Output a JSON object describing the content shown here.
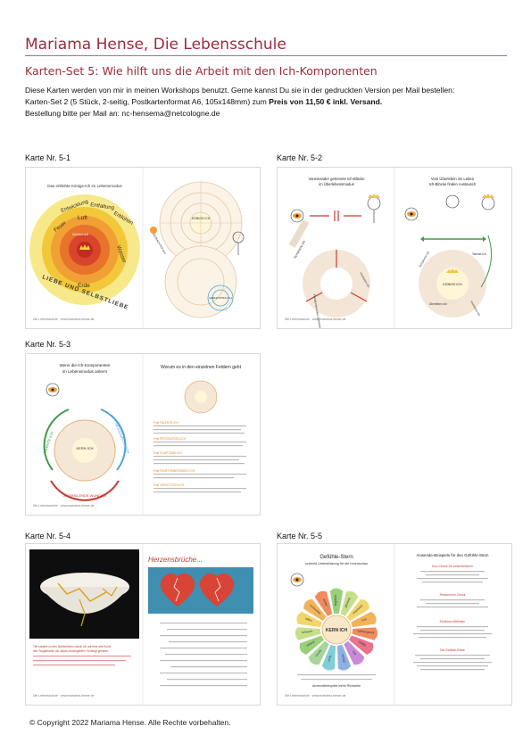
{
  "header": {
    "title": "Mariama Hense, Die Lebensschule",
    "subtitle": "Karten-Set 5:  Wie hilft uns die Arbeit mit den Ich-Komponenten"
  },
  "intro": {
    "line1": "Diese Karten werden von mir in meinen Workshops benutzt.  Gerne kannst Du sie in der gedruckten Version per Mail bestellen:",
    "line2_pre": "Karten-Set 2 (5 Stück, 2-seitig, Postkartenformat A6, 105x148mm) zum ",
    "line2_bold": "Preis von 11,50 € inkl. Versand.",
    "line3": "Bestellung bitte per Mail an: nc-hensema@netcologne.de"
  },
  "cards": [
    {
      "label": "Karte Nr. 5-1",
      "left_title": "Das erblühte Königs-Ich im Lebensmodus",
      "ring_words": [
        "Feuer",
        "Entwicklung",
        "Entfaltung",
        "Erblühen",
        "Luft",
        "Wasser",
        "Erde",
        "LIEBE UND SELBSTLIEBE"
      ],
      "center_word": "Schönheit",
      "right_label": "KÖNIGS ICH",
      "right_label2": "VERLETZTES ICH",
      "footer": "Die Lebensschule · www.mariama-hense.de"
    },
    {
      "label": "Karte Nr. 5-2",
      "left_title": "Voneinander getrennte Ich-Blöcke im Überlebensmodus",
      "right_title": "Vom Überleben ins Leben Ich-Blöcke finden Austausch",
      "left_labels": [
        "Symptome-Ich",
        "Funktionierendes Überlebens-Ich",
        "Verletztes Ich"
      ],
      "right_labels": [
        "Symptome-Ich",
        "Talente-Ich",
        "KÖNIGS ICH",
        "Überleben Ich",
        "Verletztes Ich"
      ],
      "footer": "Die Lebensschule · www.mariama-hense.de"
    },
    {
      "label": "Karte Nr. 5-3",
      "left_title": "Wenn die Ich-Komponenten im Lebensmodus ankern",
      "right_title": "Worum es in den einzelnen Feldern geht",
      "arc_left": "TALENTE ICH",
      "arc_right": "RESSOURCEN ICH",
      "arc_bottom": "AUSHEILENDE WUNDEN",
      "center": "KERN ICH",
      "sections": [
        "Feld TALENTE-ICH",
        "Feld RESSOURCEN-ICH",
        "Feld SYMPTOME-ICH",
        "Feld FUNKTIONIERENDES ICH",
        "Feld VERLETZTES ICH"
      ],
      "footer": "Die Lebensschule · www.mariama-hense.de"
    },
    {
      "label": "Karte Nr. 5-4",
      "right_title": "Herzensbrüche...",
      "caption": "Tief parallel zu den Narbenlinien würde ich auf eine alte Kunst des Tsugaimonte als Japan zurückgreifen: Kintsugi genannt.",
      "footer": "Die Lebensschule · www.mariama-hense.de"
    },
    {
      "label": "Karte Nr. 5-5",
      "left_title": "Gefühle-Stern",
      "left_subtitle": "schenkt Unterstützung für die Innenschau",
      "center": "KERN ICH",
      "petals": [
        "ängstlich",
        "glücklich",
        "begeistert",
        "froh",
        "hoffnungsvoll",
        "kräftig",
        "klar",
        "verliebt",
        "ruhig",
        "traurig",
        "wütend",
        "schwach",
        "hilflos",
        "verzweifelt",
        "sicher"
      ],
      "left_bottom": "Anwendebeispiele siehe Rückseite",
      "right_title": "Anwende-Beispiele für den Gefühle-Stern",
      "right_sections": [
        "Kurz-Check für zwischendurch",
        "Ressourcen-Check",
        "Ehrliches Mitfühlen",
        "Die Gefühle-Reise"
      ],
      "footer": "Die Lebensschule · www.mariama-hense.de"
    }
  ],
  "footer": {
    "copyright": "© Copyright 2022 Mariama Hense. Alle Rechte vorbehalten."
  },
  "colors": {
    "brand": "#9b2b3c",
    "accent_green": "#3f9b48",
    "accent_orange": "#e7871f",
    "accent_red": "#c63a2f",
    "accent_yellow": "#f2c53d"
  }
}
